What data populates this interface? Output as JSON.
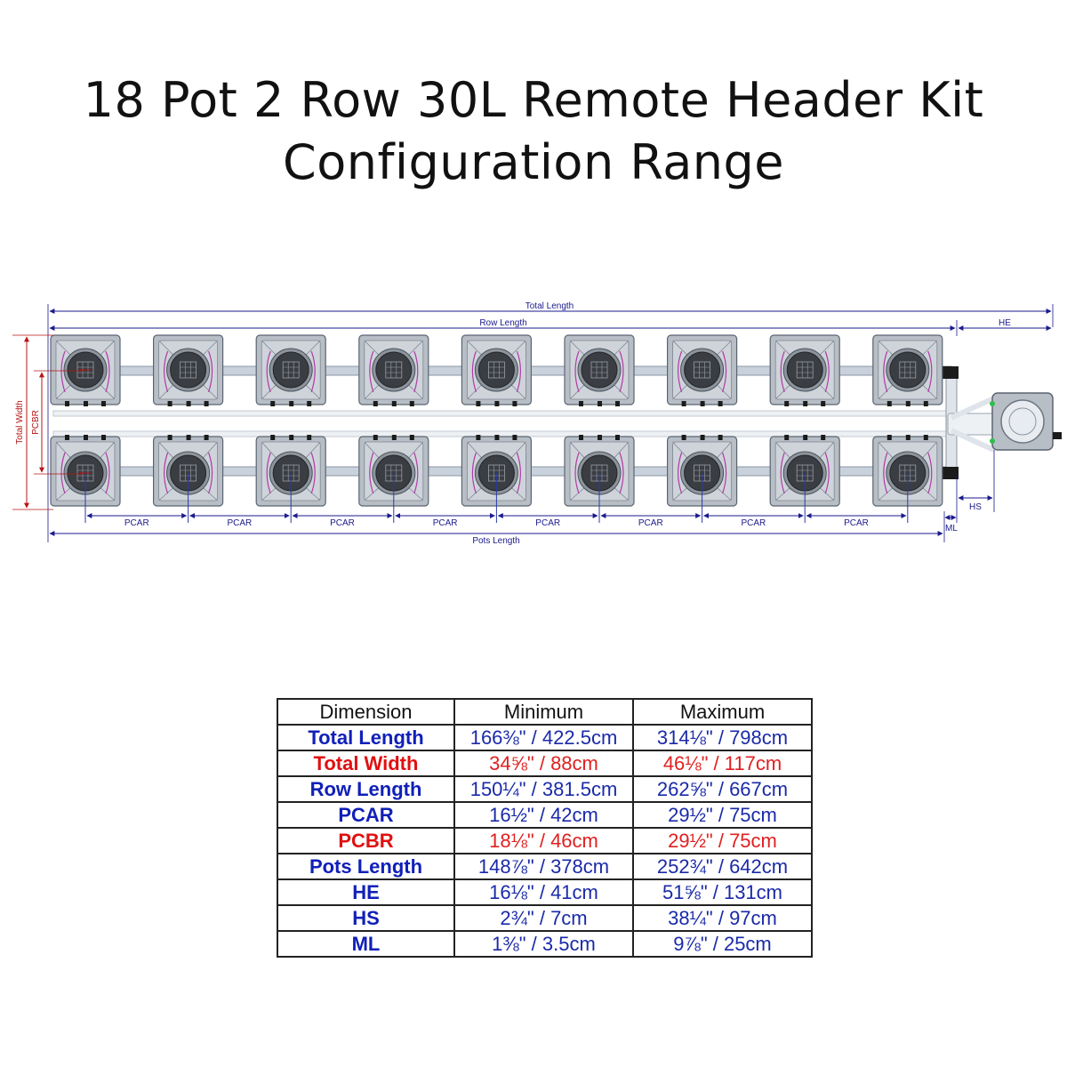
{
  "title": {
    "line1": "18 Pot 2 Row 30L Remote Header Kit",
    "line2": "Configuration Range"
  },
  "diagram": {
    "labels": {
      "total_length": "Total Length",
      "row_length": "Row Length",
      "he": "HE",
      "hs": "HS",
      "ml": "ML",
      "pots_length": "Pots Length",
      "pcar": "PCAR",
      "total_width": "Total Width",
      "pcbr": "PCBR"
    },
    "pots_per_row": 9,
    "rows": 2,
    "colors": {
      "dimension_blue": "#1a1a8c",
      "dimension_red": "#b81414",
      "pot_grey": "#b8bec6",
      "lid_dark": "#3a3d42",
      "tube_pink": "#b03aa8",
      "pipe": "#c9d2dc"
    }
  },
  "table": {
    "headers": [
      "Dimension",
      "Minimum",
      "Maximum"
    ],
    "rows": [
      {
        "name": "Total Length",
        "min": "166⅜\" / 422.5cm",
        "max": "314⅛\" / 798cm",
        "color": "blue"
      },
      {
        "name": "Total Width",
        "min": "34⅝\" / 88cm",
        "max": "46⅛\" / 117cm",
        "color": "red"
      },
      {
        "name": "Row Length",
        "min": "150¼\" / 381.5cm",
        "max": "262⅝\" / 667cm",
        "color": "blue"
      },
      {
        "name": "PCAR",
        "min": "16½\" / 42cm",
        "max": "29½\" / 75cm",
        "color": "blue"
      },
      {
        "name": "PCBR",
        "min": "18⅛\" / 46cm",
        "max": "29½\" / 75cm",
        "color": "red"
      },
      {
        "name": "Pots Length",
        "min": "148⅞\" / 378cm",
        "max": "252¾\" / 642cm",
        "color": "blue"
      },
      {
        "name": "HE",
        "min": "16⅛\" / 41cm",
        "max": "51⅝\" / 131cm",
        "color": "blue"
      },
      {
        "name": "HS",
        "min": "2¾\" / 7cm",
        "max": "38¼\" / 97cm",
        "color": "blue"
      },
      {
        "name": "ML",
        "min": "1⅜\" / 3.5cm",
        "max": "9⅞\" / 25cm",
        "color": "blue"
      }
    ]
  }
}
